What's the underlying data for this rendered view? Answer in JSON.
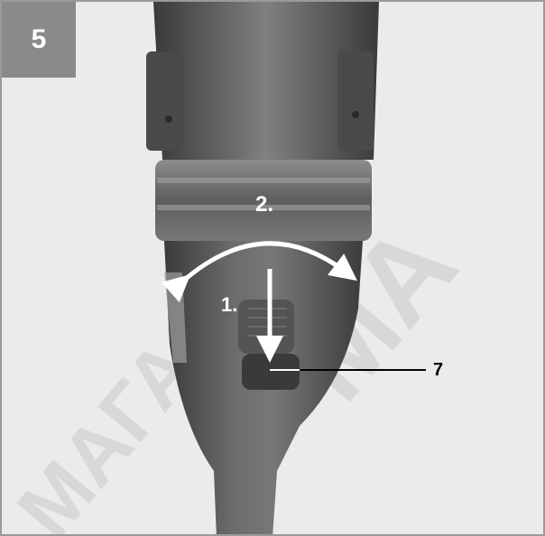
{
  "figure": {
    "number": "5",
    "step_labels": {
      "push": "1.",
      "rotate": "2."
    },
    "callout_label": "7"
  },
  "icons": [
    "curved-double-arrow-icon",
    "down-arrow-icon",
    "callout-leader-line"
  ],
  "colors": {
    "figure_number_bg": "#8a8a8a",
    "border": "#9a9a9a",
    "label_text": "#ffffff",
    "callout_text": "#000000"
  }
}
